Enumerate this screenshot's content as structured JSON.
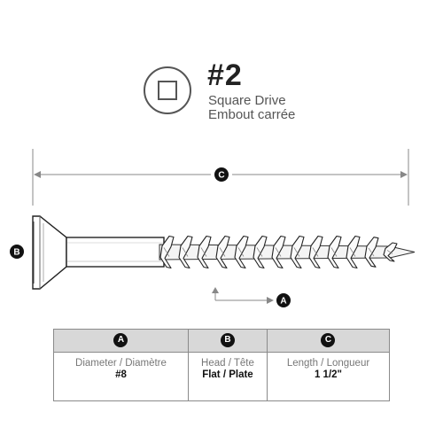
{
  "drive": {
    "number": "#2",
    "name_en": "Square Drive",
    "name_fr": "Embout carrée"
  },
  "diagram": {
    "dimension_length_marker": "C",
    "dimension_head_marker": "B",
    "dimension_diameter_marker": "A"
  },
  "specs": {
    "columns": [
      {
        "marker": "A",
        "label": "Diameter / Diamètre",
        "value": "#8"
      },
      {
        "marker": "B",
        "label": "Head / Tête",
        "value": "Flat / Plate"
      },
      {
        "marker": "C",
        "label": "Length / Longueur",
        "value": "1 1/2\""
      }
    ]
  },
  "colors": {
    "line": "#555555",
    "badge": "#111111",
    "table_header": "#d8d8d8"
  }
}
